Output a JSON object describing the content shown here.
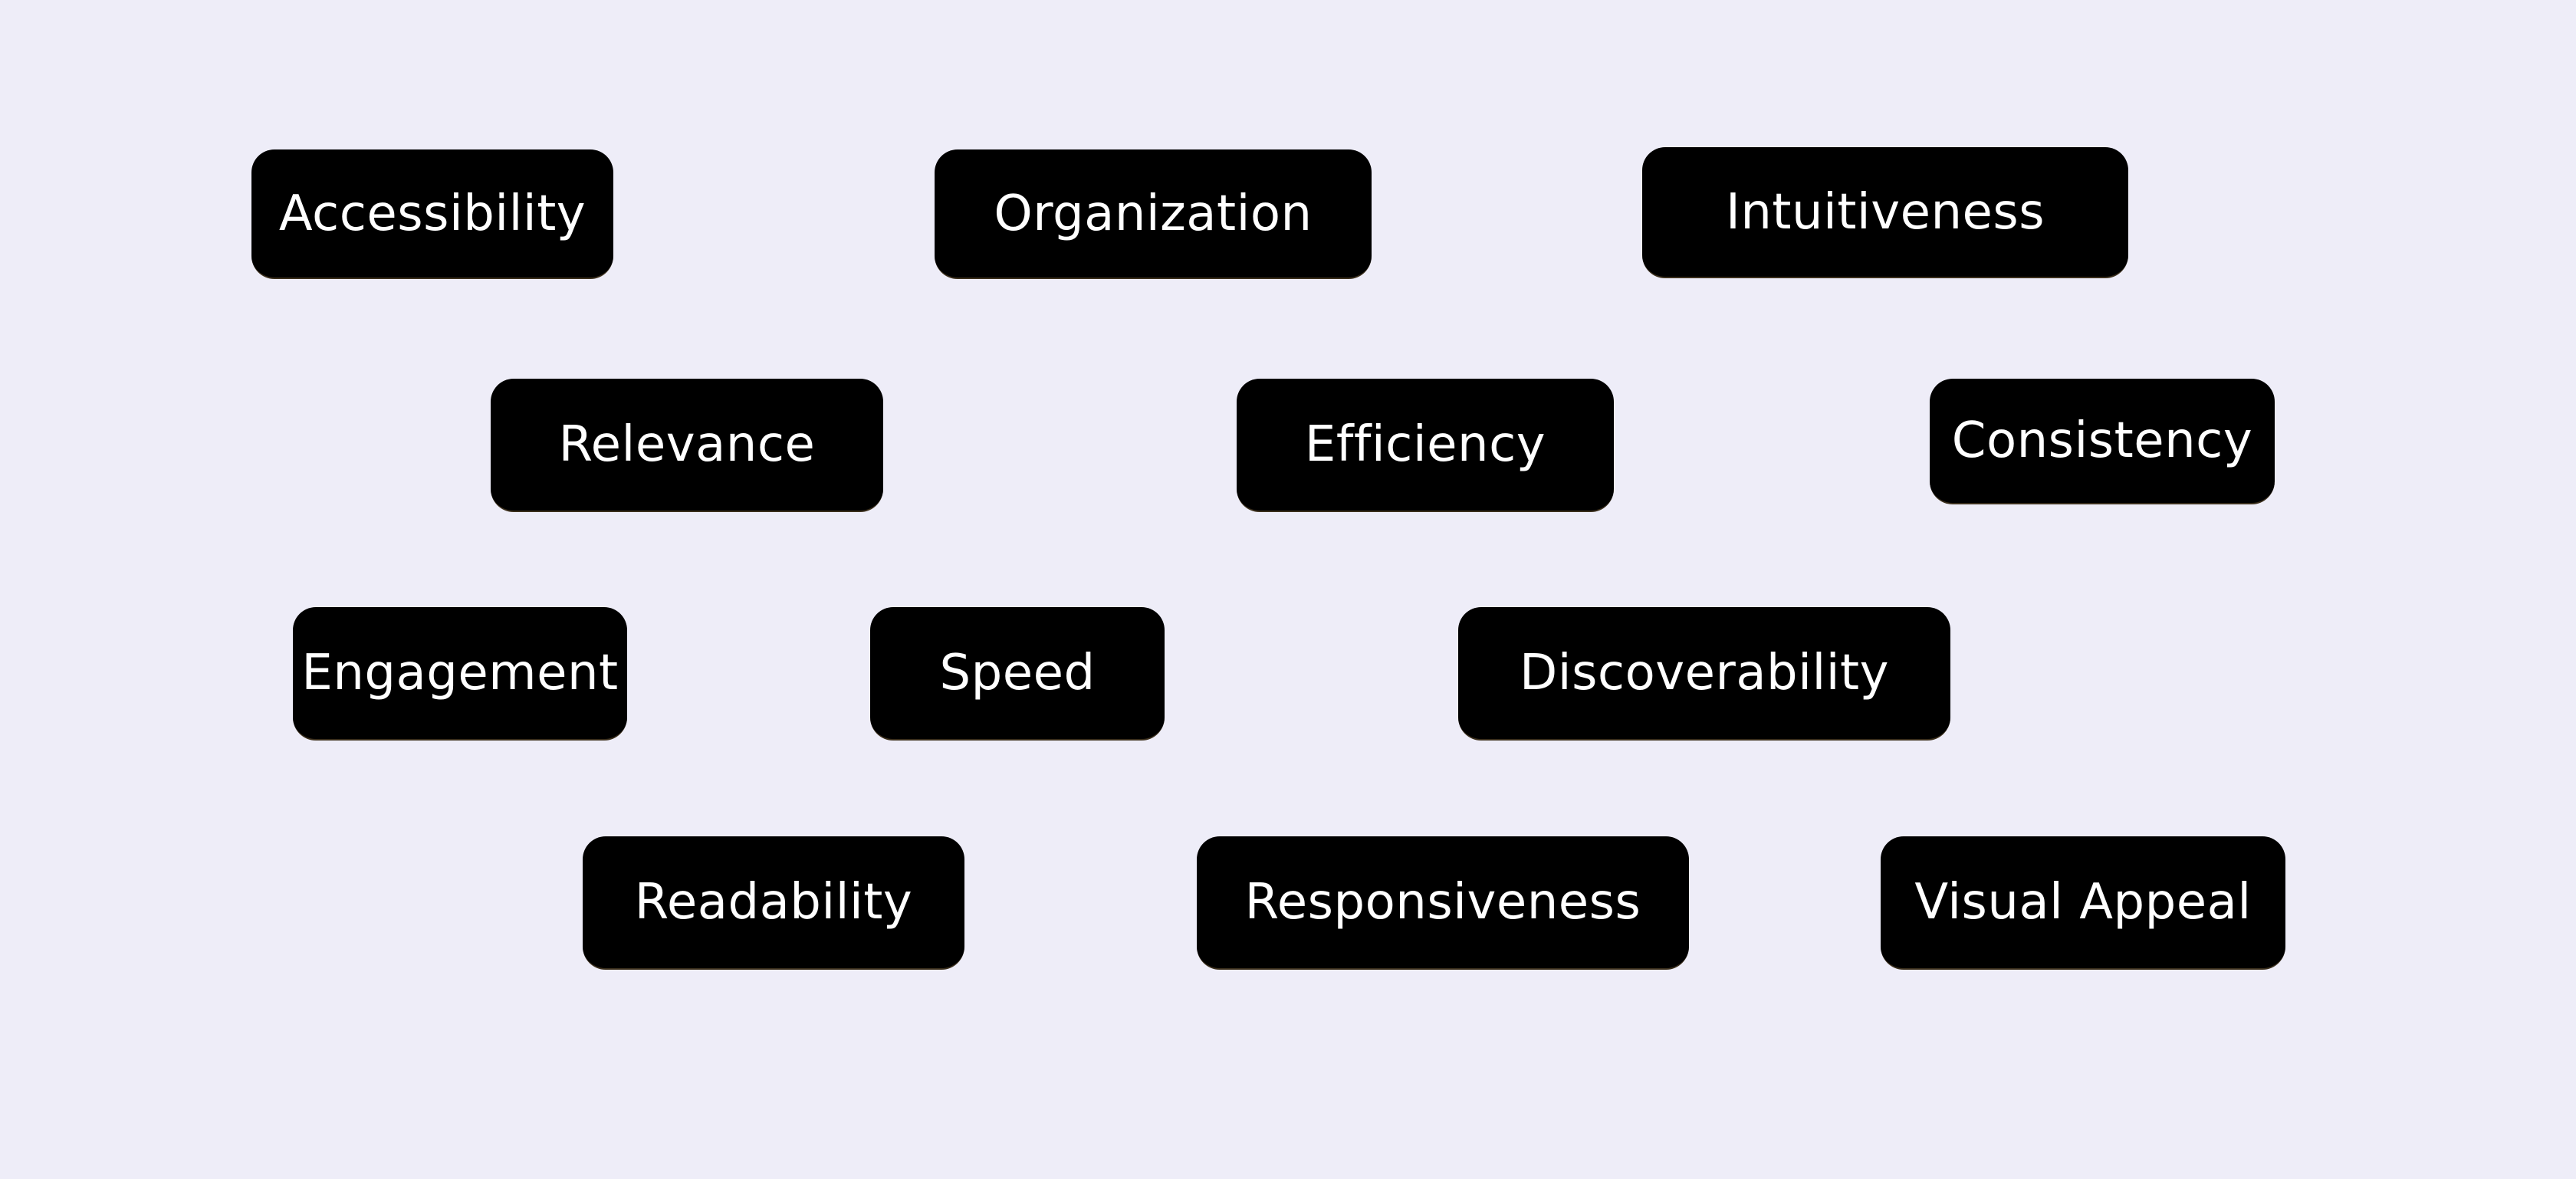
{
  "tags": [
    {
      "label": "Accessibility"
    },
    {
      "label": "Organization"
    },
    {
      "label": "Intuitiveness"
    },
    {
      "label": "Relevance"
    },
    {
      "label": "Efficiency"
    },
    {
      "label": "Consistency"
    },
    {
      "label": "Engagement"
    },
    {
      "label": "Speed"
    },
    {
      "label": "Discoverability"
    },
    {
      "label": "Readability"
    },
    {
      "label": "Responsiveness"
    },
    {
      "label": "Visual Appeal"
    }
  ],
  "colors": {
    "background": "#eeedf8",
    "tag_background": "#000000",
    "tag_text": "#ffffff"
  }
}
